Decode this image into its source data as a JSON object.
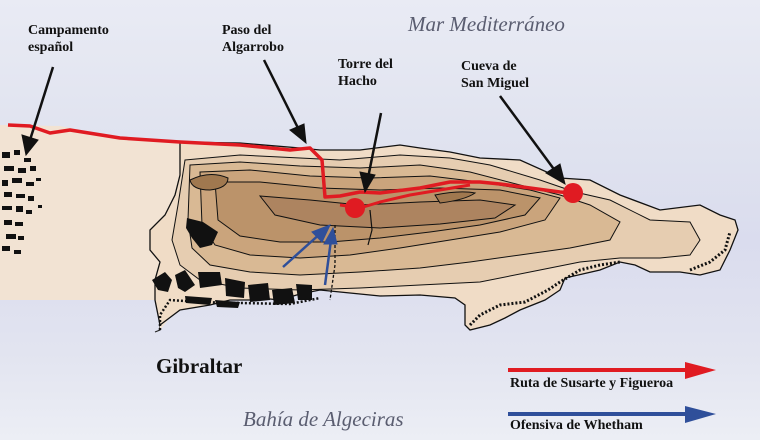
{
  "map": {
    "title": "Gibraltar",
    "water_labels": {
      "north": "Mar Mediterráneo",
      "south": "Bahía de Algeciras"
    },
    "city_label": "Gibraltar",
    "places": [
      {
        "id": "campamento",
        "line1": "Campamento",
        "line2": "español"
      },
      {
        "id": "paso",
        "line1": "Paso del",
        "line2": "Algarrobo"
      },
      {
        "id": "torre",
        "line1": "Torre del",
        "line2": "Hacho"
      },
      {
        "id": "cueva",
        "line1": "Cueva de",
        "line2": "San Miguel"
      }
    ],
    "legend": [
      {
        "label": "Ruta de Susarte y Figueroa",
        "color": "#e01b22"
      },
      {
        "label": "Ofensiva de Whetham",
        "color": "#2f4f9a"
      }
    ],
    "colors": {
      "sea": "#dfe2ef",
      "land": "#f3e2d2",
      "terrain_dark": "#a8845f",
      "route_red": "#e01b22",
      "route_blue": "#2f4f9a"
    }
  }
}
